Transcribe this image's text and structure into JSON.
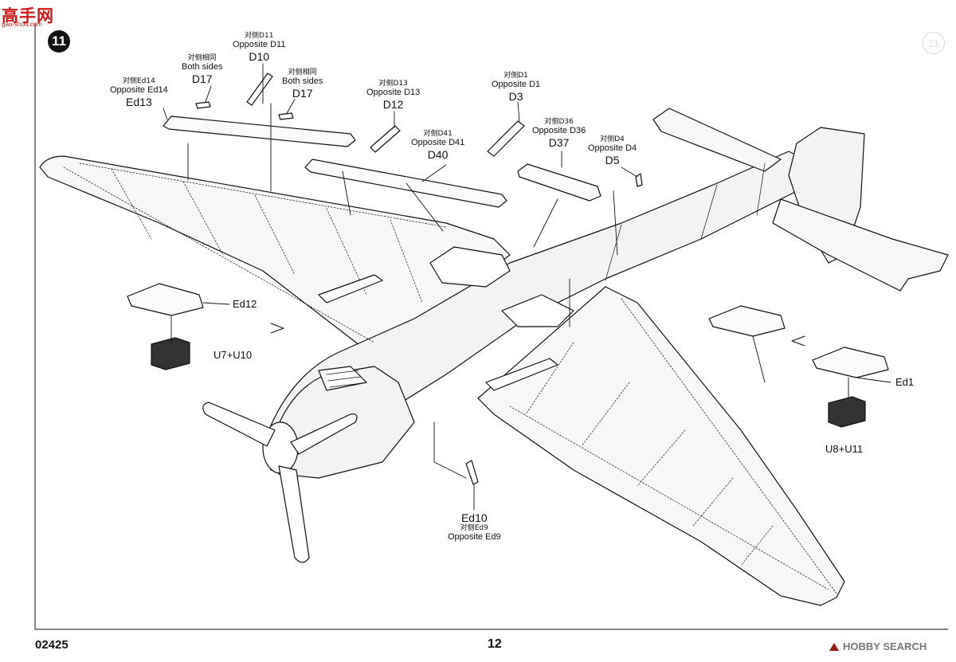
{
  "header": {
    "logo_main": "高手网",
    "logo_sub": "gao-shou.com",
    "step_number": "11"
  },
  "callouts": {
    "d11": {
      "cn": "对侧D11",
      "en": "Opposite D11",
      "part": "D10"
    },
    "d17a": {
      "cn": "对侧相同",
      "en": "Both sides",
      "part": "D17"
    },
    "d17b": {
      "cn": "对侧相同",
      "en": "Both sides",
      "part": "D17"
    },
    "ed14": {
      "cn": "对侧Ed14",
      "en": "Opposite Ed14",
      "part": "Ed13"
    },
    "d13": {
      "cn": "对侧D13",
      "en": "Opposite D13",
      "part": "D12"
    },
    "d1": {
      "cn": "对侧D1",
      "en": "Opposite D1",
      "part": "D3"
    },
    "d41": {
      "cn": "对侧D41",
      "en": "Opposite D41",
      "part": "D40"
    },
    "d36": {
      "cn": "对侧D36",
      "en": "Opposite D36",
      "part": "D37"
    },
    "d4": {
      "cn": "对侧D4",
      "en": "Opposite D4",
      "part": "D5"
    },
    "ed9": {
      "part": "Ed10",
      "cn": "对侧Ed9",
      "en": "Opposite Ed9"
    }
  },
  "parts": {
    "ed12": "Ed12",
    "u7u10": "U7+U10",
    "ed1": "Ed1",
    "u8u11": "U8+U11"
  },
  "footer": {
    "code": "02425",
    "page": "12",
    "watermark": "HOBBY SEARCH"
  }
}
